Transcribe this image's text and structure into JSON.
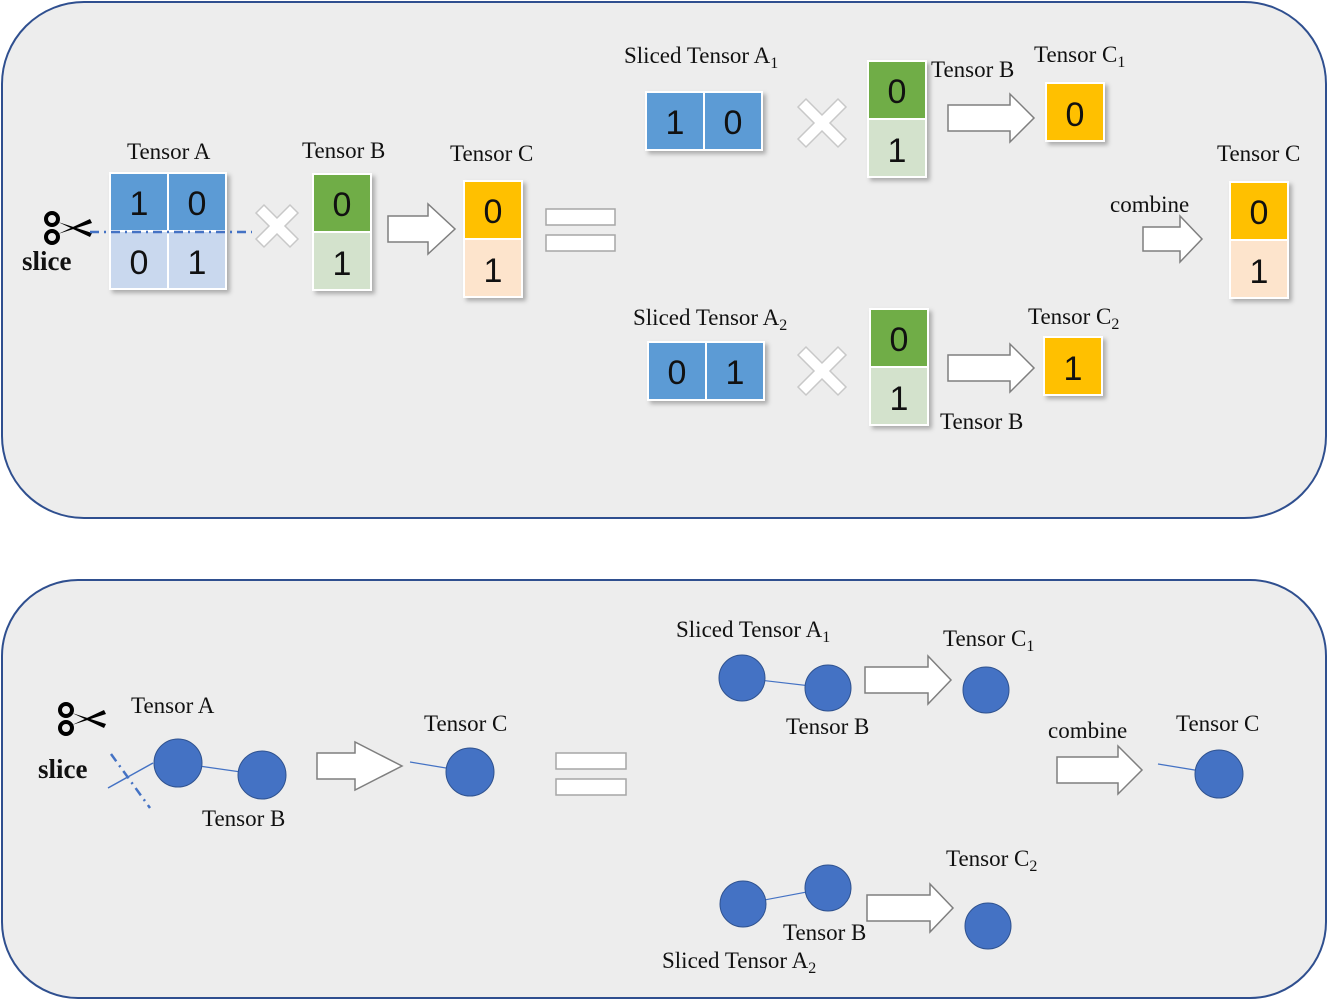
{
  "colors": {
    "panel_bg": "#ededed",
    "panel_border": "#2f4f8f",
    "tensor_a_top": "#5b9bd5",
    "tensor_a_bottom": "#c9d8ee",
    "tensor_b_top": "#70ad47",
    "tensor_b_bottom": "#d3e2cc",
    "tensor_c_top": "#ffc000",
    "tensor_c_bottom": "#fde4cc",
    "node": "#4472c4",
    "edge": "#4472c4"
  },
  "top_panel": {
    "slice_label": "slice",
    "tensor_a_label": "Tensor A",
    "tensor_a_values": [
      "1",
      "0",
      "0",
      "1"
    ],
    "tensor_b_label": "Tensor B",
    "tensor_b_values": [
      "0",
      "1"
    ],
    "tensor_c_label": "Tensor C",
    "tensor_c_values": [
      "0",
      "1"
    ],
    "sliced_a1_label": "Sliced Tensor A",
    "sliced_a1_sub": "1",
    "sliced_a1_values": [
      "1",
      "0"
    ],
    "tensor_b_1_label": "Tensor B",
    "tensor_b_1_values": [
      "0",
      "1"
    ],
    "tensor_c1_label": "Tensor C",
    "tensor_c1_sub": "1",
    "tensor_c1_value": "0",
    "sliced_a2_label": "Sliced Tensor A",
    "sliced_a2_sub": "2",
    "sliced_a2_values": [
      "0",
      "1"
    ],
    "tensor_b_2_label": "Tensor B",
    "tensor_b_2_values": [
      "0",
      "1"
    ],
    "tensor_c2_label": "Tensor C",
    "tensor_c2_sub": "2",
    "tensor_c2_value": "1",
    "combine_label": "combine",
    "result_label": "Tensor C",
    "result_values": [
      "0",
      "1"
    ]
  },
  "bottom_panel": {
    "slice_label": "slice",
    "tensor_a_label": "Tensor A",
    "tensor_b_label": "Tensor B",
    "tensor_c_label": "Tensor C",
    "sliced_a1_label": "Sliced Tensor A",
    "sliced_a1_sub": "1",
    "tensor_b_1_label": "Tensor B",
    "tensor_c1_label": "Tensor C",
    "tensor_c1_sub": "1",
    "sliced_a2_label": "Sliced Tensor A",
    "sliced_a2_sub": "2",
    "tensor_b_2_label": "Tensor B",
    "tensor_c2_label": "Tensor C",
    "tensor_c2_sub": "2",
    "combine_label": "combine",
    "result_label": "Tensor C"
  }
}
